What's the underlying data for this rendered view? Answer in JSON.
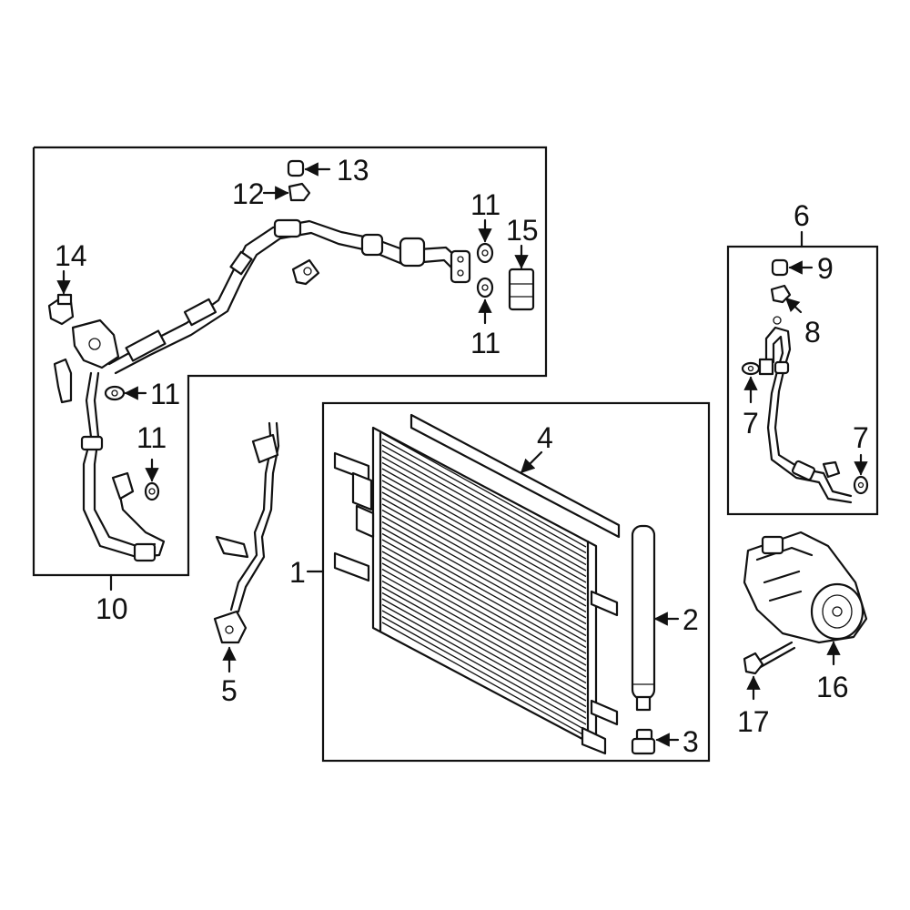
{
  "callouts": {
    "c1": "1",
    "c2": "2",
    "c3": "3",
    "c4": "4",
    "c5": "5",
    "c6": "6",
    "c7a": "7",
    "c7b": "7",
    "c8": "8",
    "c9": "9",
    "c10": "10",
    "c11a": "11",
    "c11b": "11",
    "c11c": "11",
    "c11d": "11",
    "c12": "12",
    "c13": "13",
    "c14": "14",
    "c15": "15",
    "c16": "16",
    "c17": "17"
  }
}
